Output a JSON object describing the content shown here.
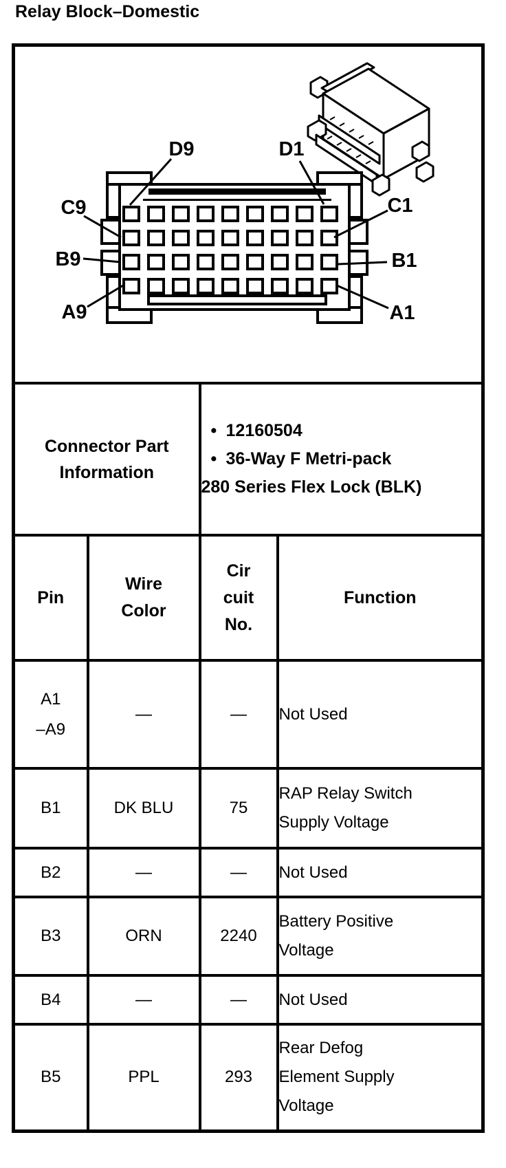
{
  "colors": {
    "ink": "#000000",
    "paper": "#ffffff"
  },
  "page": {
    "title": "Relay Block–Domestic"
  },
  "diagram": {
    "grid": {
      "rows": 4,
      "cols": 9
    },
    "pin_labels": {
      "d9": "D9",
      "d1": "D1",
      "c9": "C9",
      "c1": "C1",
      "b9": "B9",
      "b1": "B1",
      "a9": "A9",
      "a1": "A1"
    }
  },
  "part_info": {
    "label_lines": [
      "Connector Part",
      "Information"
    ],
    "bullets": [
      "12160504",
      "36-Way F Metri-pack"
    ],
    "continuation": "280 Series Flex Lock (BLK)"
  },
  "pin_table": {
    "headers": {
      "pin": "Pin",
      "wire_color_lines": [
        "Wire",
        "Color"
      ],
      "circuit_lines": [
        "Cir",
        "cuit",
        "No."
      ],
      "function": "Function"
    },
    "rows": [
      {
        "pin": [
          "A1",
          "–A9"
        ],
        "wire_color": "—",
        "circuit_no": "—",
        "function_lines": [
          "Not Used"
        ]
      },
      {
        "pin": [
          "B1"
        ],
        "wire_color": "DK BLU",
        "circuit_no": "75",
        "function_lines": [
          "RAP Relay Switch",
          "Supply Voltage"
        ]
      },
      {
        "pin": [
          "B2"
        ],
        "wire_color": "—",
        "circuit_no": "—",
        "function_lines": [
          "Not Used"
        ]
      },
      {
        "pin": [
          "B3"
        ],
        "wire_color": "ORN",
        "circuit_no": "2240",
        "function_lines": [
          "Battery Positive",
          "Voltage"
        ]
      },
      {
        "pin": [
          "B4"
        ],
        "wire_color": "—",
        "circuit_no": "—",
        "function_lines": [
          "Not Used"
        ]
      },
      {
        "pin": [
          "B5"
        ],
        "wire_color": "PPL",
        "circuit_no": "293",
        "function_lines": [
          "Rear Defog",
          "Element Supply",
          "Voltage"
        ]
      }
    ]
  }
}
